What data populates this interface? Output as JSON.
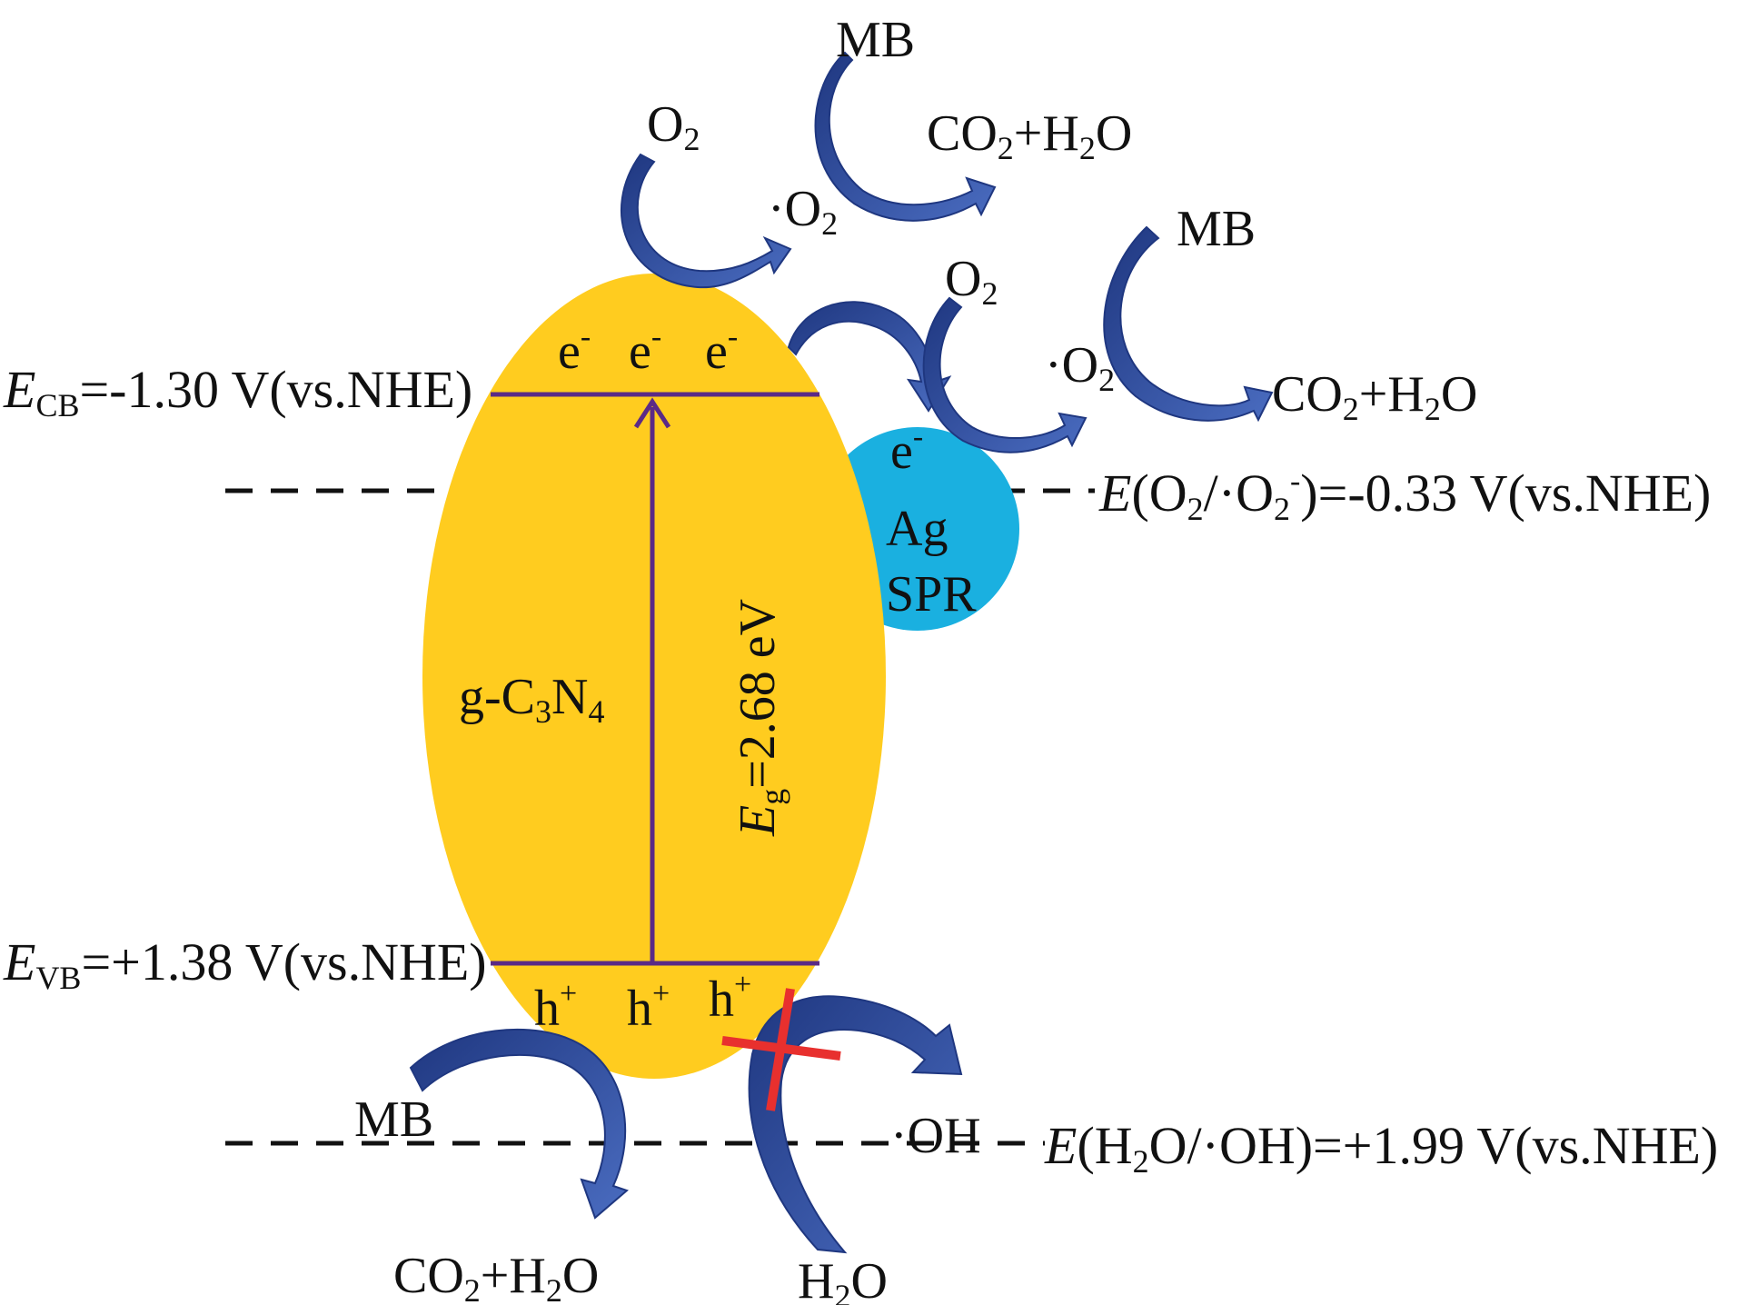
{
  "colors": {
    "semiconductor": "#ffcc1f",
    "silver": "#1ab0e0",
    "band_line": "#5b2a86",
    "arrow_fill": "#2b4aa0",
    "arrow_dark": "#1f3780",
    "cross": "#e8302e",
    "dash": "#111111"
  },
  "energy_levels": {
    "ecb": {
      "sym": "E",
      "sub": "CB",
      "rest": "=-1.30 V(vs.NHE)"
    },
    "evb": {
      "sym": "E",
      "sub": "VB",
      "rest": "=+1.38 V(vs.NHE)"
    },
    "o2_potential": {
      "sym": "E",
      "p1": "(O",
      "s1": "2",
      "p2": "/·O",
      "s2": "2",
      "sup": "-",
      "p3": ")=-0.33 V(vs.NHE)"
    },
    "oh_potential": {
      "sym": "E",
      "p1": "(H",
      "s1": "2",
      "p2": "O/·OH)=+1.99 V(vs.NHE)"
    }
  },
  "semiconductor": {
    "name_pre": "g-C",
    "name_s1": "3",
    "name_mid": "N",
    "name_s2": "4",
    "bandgap_sym": "E",
    "bandgap_sub": "g",
    "bandgap_rest": "=2.68 eV",
    "electron": "e",
    "electron_sup": "-",
    "hole": "h",
    "hole_sup": "+"
  },
  "silver": {
    "electron": "e",
    "electron_sup": "-",
    "line1": "Ag",
    "line2": "SPR"
  },
  "species": {
    "mb": "MB",
    "o2": "O",
    "o2_sub": "2",
    "superoxide": "·O",
    "superoxide_sub": "2",
    "co2": "CO",
    "co2_sub": "2",
    "plus_h": "+H",
    "h2o_sub": "2",
    "o": "O",
    "h2o_h": "H",
    "h2o_o": "O",
    "oh": "·OH"
  }
}
